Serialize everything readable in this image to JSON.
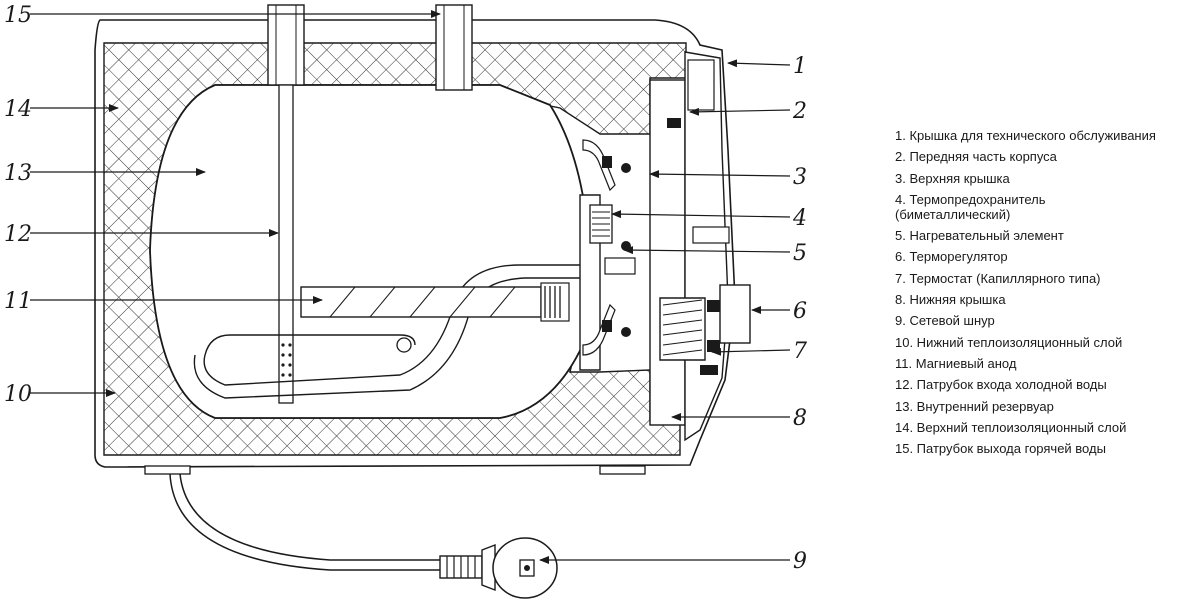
{
  "callouts": [
    "1",
    "2",
    "3",
    "4",
    "5",
    "6",
    "7",
    "8",
    "9",
    "10",
    "11",
    "12",
    "13",
    "14",
    "15"
  ],
  "legend": [
    "1. Крышка для технического обслуживания",
    "2. Передняя часть корпуса",
    "3. Верхняя крышка",
    "4. Термопредохранитель (биметаллический)",
    "5. Нагревательный элемент",
    "6. Терморегулятор",
    "7. Термостат (Капиллярного типа)",
    "8. Нижняя крышка",
    "9. Сетевой шнур",
    "10. Нижний теплоизоляционный слой",
    "11. Магниевый анод",
    "12. Патрубок входа холодной воды",
    "13. Внутренний резервуар",
    "14. Верхний теплоизоляционный слой",
    "15. Патрубок выхода горячей воды"
  ],
  "colors": {
    "line": "#1a1a1a",
    "background": "#ffffff"
  }
}
